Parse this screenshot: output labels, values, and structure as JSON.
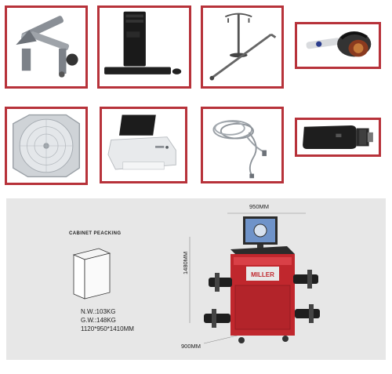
{
  "cabinet_packing": {
    "title": "CABINET  PEACKING",
    "net_weight": "N.W.:103KG",
    "gross_weight": "G.W.:148KG",
    "dimensions": "1120*950*1410MM"
  },
  "machine": {
    "width": "950MM",
    "height": "1480MM",
    "depth": "900MM",
    "brand": "MILLER"
  },
  "colors": {
    "frame_border": "#b7323a",
    "panel_bg": "#e7e7e7",
    "cabinet_red": "#c0272d"
  },
  "components": [
    {
      "icon": "wheel-clamp-icon"
    },
    {
      "icon": "computer-icon"
    },
    {
      "icon": "stand-and-brake-depressor-icon"
    },
    {
      "icon": "steering-wheel-lock-icon"
    },
    {
      "icon": "turntable-icon"
    },
    {
      "icon": "printer-icon"
    },
    {
      "icon": "cable-icon"
    },
    {
      "icon": "sensor-head-icon"
    }
  ]
}
